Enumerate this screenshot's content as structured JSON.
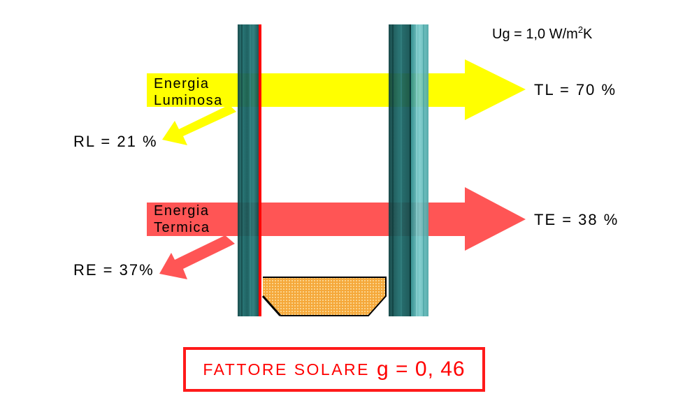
{
  "ug": {
    "prefix": "Ug = 1,0 W/m",
    "superscript": "2",
    "suffix": "K"
  },
  "light": {
    "label_line1": "Energia",
    "label_line2": "Luminosa",
    "transmitted": "TL = 70 %",
    "reflected": "RL = 21 %"
  },
  "thermal": {
    "label_line1": "Energia",
    "label_line2": "Termica",
    "transmitted": "TE = 38 %",
    "reflected": "RE = 37%"
  },
  "solar_factor": {
    "label": "FATTORE SOLARE",
    "value": "g = 0, 46"
  },
  "colors": {
    "light_arrow": "#ffff00",
    "thermal_arrow": "#ff5555",
    "glass_dark": "#0b4f4f",
    "glass_mid": "#1f8080",
    "glass_light": "#5cb8b8",
    "coating": "#ff0000",
    "spacer": "#f5a83a",
    "box_border": "#ff1a1a",
    "solar_text": "#ff0000"
  }
}
